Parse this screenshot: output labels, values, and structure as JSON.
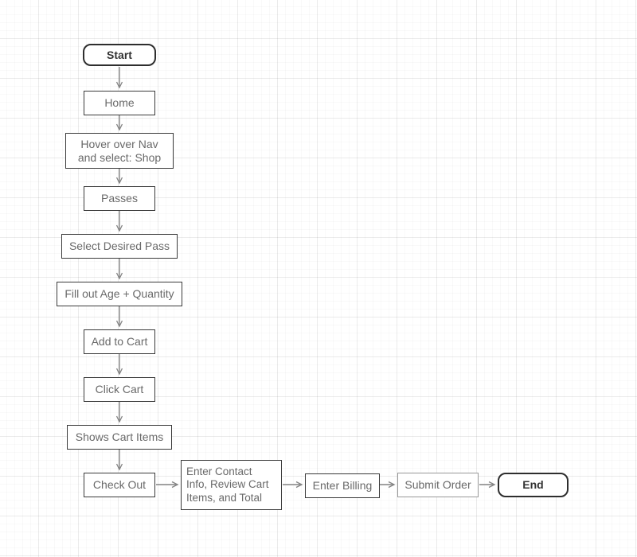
{
  "diagram": {
    "title": "Shop checkout flowchart",
    "type": "flowchart",
    "colors": {
      "background": "#ffffff",
      "grid_minor": "#fafafa",
      "grid_major": "#f0f0f0",
      "node_fill": "#ffffff",
      "node_border": "#3a3a3a",
      "node_text": "#696969",
      "terminal_border": "#2e2e2e",
      "terminal_text": "#333333",
      "submit_order_border": "#989898",
      "connector": "#848484"
    },
    "nodes": [
      {
        "id": "start",
        "shape": "rounded",
        "label": "Start"
      },
      {
        "id": "home",
        "shape": "rectangle",
        "label": "Home"
      },
      {
        "id": "hover-nav-shop",
        "shape": "rectangle",
        "label": "Hover over Nav\nand select: Shop"
      },
      {
        "id": "passes",
        "shape": "rectangle",
        "label": "Passes"
      },
      {
        "id": "select-desired-pass",
        "shape": "rectangle",
        "label": "Select Desired Pass"
      },
      {
        "id": "fill-age-quantity",
        "shape": "rectangle",
        "label": "Fill out Age + Quantity"
      },
      {
        "id": "add-to-cart",
        "shape": "rectangle",
        "label": "Add to Cart"
      },
      {
        "id": "click-cart",
        "shape": "rectangle",
        "label": "Click Cart"
      },
      {
        "id": "shows-cart-items",
        "shape": "rectangle",
        "label": "Shows Cart Items"
      },
      {
        "id": "check-out",
        "shape": "rectangle",
        "label": "Check Out"
      },
      {
        "id": "enter-contact",
        "shape": "rectangle",
        "label": "Enter Contact\nInfo, Review Cart\nItems, and Total"
      },
      {
        "id": "enter-billing",
        "shape": "rectangle",
        "label": "Enter Billing"
      },
      {
        "id": "submit-order",
        "shape": "rectangle",
        "label": "Submit Order"
      },
      {
        "id": "end",
        "shape": "rounded",
        "label": "End"
      }
    ],
    "edges": [
      {
        "from": "start",
        "to": "home",
        "direction": "down"
      },
      {
        "from": "home",
        "to": "hover-nav-shop",
        "direction": "down"
      },
      {
        "from": "hover-nav-shop",
        "to": "passes",
        "direction": "down"
      },
      {
        "from": "passes",
        "to": "select-desired-pass",
        "direction": "down"
      },
      {
        "from": "select-desired-pass",
        "to": "fill-age-quantity",
        "direction": "down"
      },
      {
        "from": "fill-age-quantity",
        "to": "add-to-cart",
        "direction": "down"
      },
      {
        "from": "add-to-cart",
        "to": "click-cart",
        "direction": "down"
      },
      {
        "from": "click-cart",
        "to": "shows-cart-items",
        "direction": "down"
      },
      {
        "from": "shows-cart-items",
        "to": "check-out",
        "direction": "down"
      },
      {
        "from": "check-out",
        "to": "enter-contact",
        "direction": "right"
      },
      {
        "from": "enter-contact",
        "to": "enter-billing",
        "direction": "right"
      },
      {
        "from": "enter-billing",
        "to": "submit-order",
        "direction": "right"
      },
      {
        "from": "submit-order",
        "to": "end",
        "direction": "right"
      }
    ]
  }
}
